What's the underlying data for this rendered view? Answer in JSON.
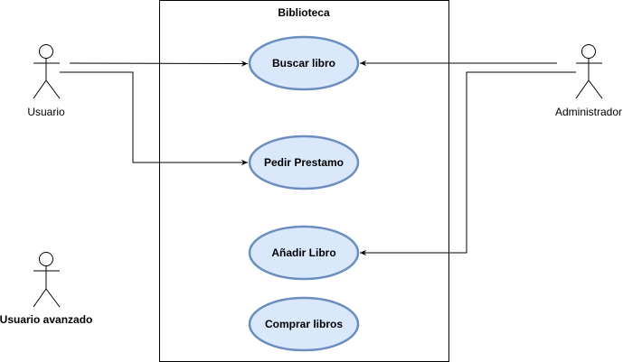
{
  "colors": {
    "usecase_fill": "#dae8fc",
    "usecase_stroke": "#6c8ebf",
    "line": "#000000",
    "background": "#ffffff"
  },
  "system": {
    "title": "Biblioteca"
  },
  "actors": [
    {
      "id": "usuario",
      "label": "Usuario"
    },
    {
      "id": "administrador",
      "label": "Administrador"
    },
    {
      "id": "usuario-avanzado",
      "label": "Usuario avanzado"
    }
  ],
  "use_cases": [
    {
      "id": "buscar-libro",
      "label": "Buscar libro"
    },
    {
      "id": "pedir-prestamo",
      "label": "Pedir Prestamo"
    },
    {
      "id": "anadir-libro",
      "label": "Añadir Libro"
    },
    {
      "id": "comprar-libros",
      "label": "Comprar libros"
    }
  ]
}
